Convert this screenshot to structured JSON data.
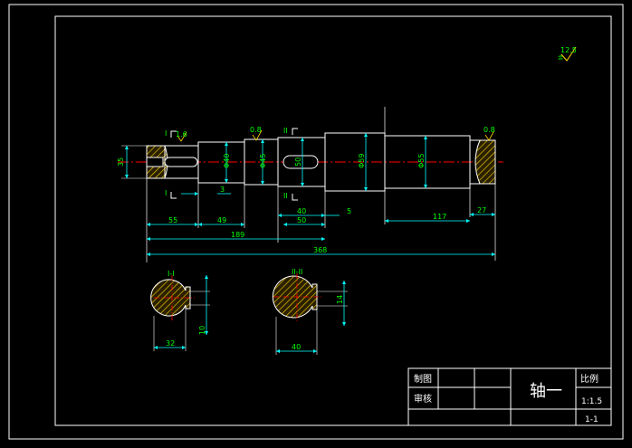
{
  "drawing": {
    "roughness_top": "12.5",
    "roughness_labels": [
      "1.6",
      "0.8",
      "0.8"
    ],
    "section_marks": [
      "I",
      "I",
      "II",
      "II"
    ],
    "diameters": [
      "35",
      "Φ40",
      "Φ45",
      "50",
      "Φ59",
      "Φ55"
    ],
    "lengths": {
      "l55": "55",
      "l49": "49",
      "l3": "3",
      "l40": "40",
      "l5": "5",
      "l50": "50",
      "l117": "117",
      "l27": "27",
      "l189": "189",
      "l368": "368"
    },
    "section1": {
      "title": "I-I",
      "width": "32",
      "height": "10"
    },
    "section2": {
      "title": "II-II",
      "width": "40",
      "height": "14"
    }
  },
  "title_block": {
    "drawn_by_label": "制图",
    "reviewed_by_label": "审核",
    "part_name": "轴一",
    "scale_label": "比例",
    "scale_value": "1:1.5",
    "drawing_no": "1-1"
  },
  "colors": {
    "background": "#000000",
    "outline": "#ffffff",
    "dimension": "#00ffff",
    "text": "#00ff00",
    "centerline": "#ff0000",
    "hatch": "#ffd700",
    "hatch_fill": "#3a2a00"
  }
}
